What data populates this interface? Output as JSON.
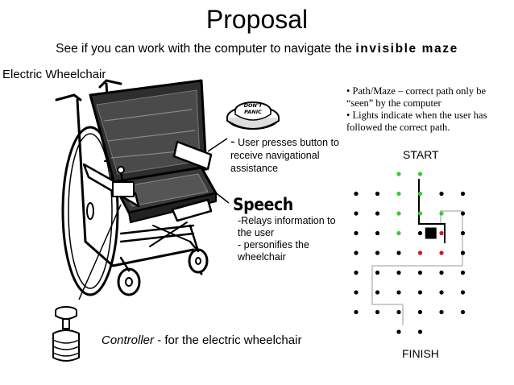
{
  "title": "Proposal",
  "subtitle": {
    "text": "See if you can work with the computer to navigate the",
    "emphasis": "invisible maze"
  },
  "wheelchair_label": "Electric Wheelchair",
  "path_notes": [
    "• Path/Maze – correct path only be “seen” by the computer",
    "• Lights indicate when the user has followed the correct path."
  ],
  "button_note": {
    "dash": "-",
    "text": "User presses button to receive navigational assistance"
  },
  "panic_button": {
    "line1": "DON'T",
    "line2": "PANIC"
  },
  "speech": {
    "title": "Speech",
    "lines": [
      "-Relays information to the user",
      "- personifies the wheelchair"
    ]
  },
  "controller_note": {
    "name": "Controller",
    "text": " -  for the electric wheelchair"
  },
  "maze": {
    "start_label": "START",
    "finish_label": "FINISH",
    "colors": {
      "green": "#33cc33",
      "red": "#dd1111",
      "black": "#000000",
      "path": "#cccccc"
    },
    "grid": [
      [
        "",
        "",
        "green",
        "green",
        "",
        ""
      ],
      [
        "black",
        "black",
        "green",
        "green",
        "black",
        "black"
      ],
      [
        "black",
        "black",
        "green",
        "green",
        "green",
        "black"
      ],
      [
        "black",
        "black",
        "green",
        "black",
        "red",
        "black"
      ],
      [
        "black",
        "black",
        "black",
        "red",
        "red",
        "black"
      ],
      [
        "black",
        "black",
        "black",
        "black",
        "black",
        "black"
      ],
      [
        "black",
        "black",
        "black",
        "black",
        "black",
        "black"
      ],
      [
        "black",
        "black",
        "black",
        "black",
        "black",
        "black"
      ],
      [
        "",
        "",
        "black",
        "black",
        "",
        ""
      ]
    ],
    "user_position": {
      "row": 3,
      "col": 3
    }
  }
}
